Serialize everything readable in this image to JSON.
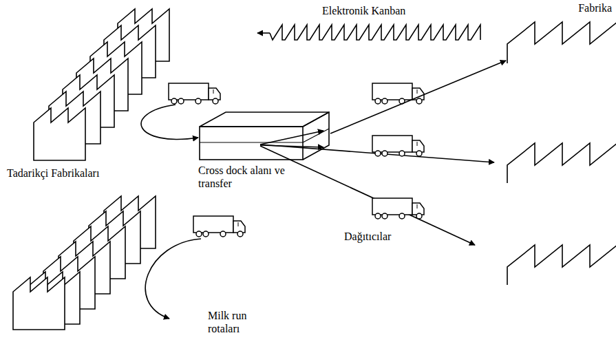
{
  "diagram": {
    "nodes": [
      {
        "text": [
          "Tadarikçi Fabrikaları"
        ]
      },
      {
        "text": [
          "Cross dock alanı ve transfer"
        ]
      },
      {
        "text": [
          "Fabrika"
        ]
      }
    ],
    "edges": [
      {
        "from": 0,
        "to": 1,
        "arrow": "to"
      },
      {
        "from": 1,
        "to": 2,
        "arrow": "to"
      }
    ],
    "labels": [
      "Elektronik Kanban",
      "Dağıtıcılar",
      "Milk run rotaları"
    ]
  }
}
